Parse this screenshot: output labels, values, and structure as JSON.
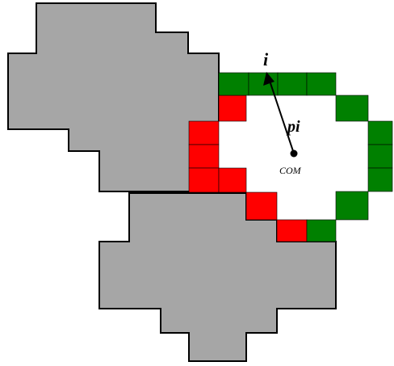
{
  "labels": {
    "vector_end": "i",
    "vector": "pi",
    "center": "COM"
  },
  "colors": {
    "background": "#ffffff",
    "existing_region_fill": "#a6a6a6",
    "interior_fill": "#ffffff",
    "adjacent_boundary_fill": "#ff0000",
    "free_boundary_fill": "#008000",
    "outline": "#000000"
  }
}
